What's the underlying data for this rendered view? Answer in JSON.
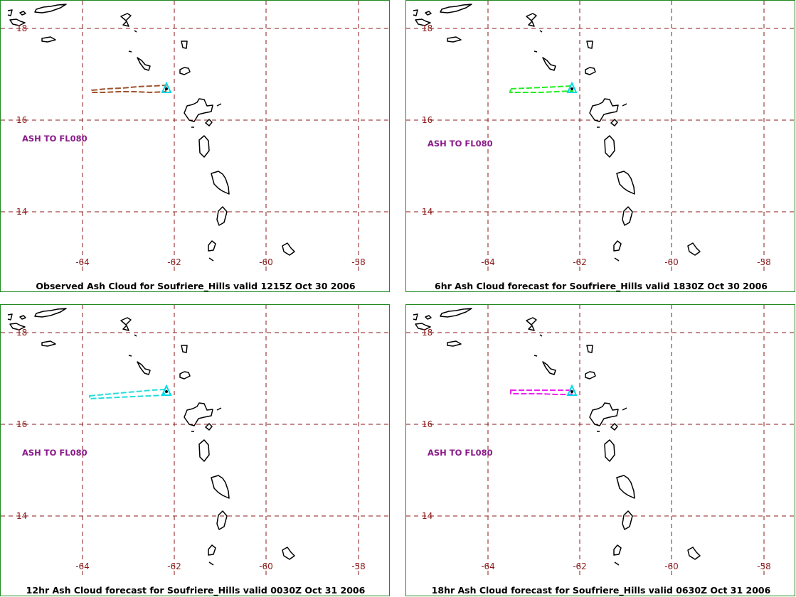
{
  "map": {
    "lat_labels": [
      "18",
      "16",
      "14"
    ],
    "lon_labels": [
      "-64",
      "-62",
      "-60",
      "-58"
    ],
    "lat_values": [
      18,
      16,
      14
    ],
    "lon_values": [
      -64,
      -62,
      -60,
      -58
    ],
    "ash_label": "ASH TO FL080",
    "volcano_marker_color": "#00d8e8"
  },
  "panels": [
    {
      "caption": "Observed Ash Cloud for Soufriere_Hills valid 1215Z Oct 30 2006",
      "ash_color": "#a0522d",
      "ash_label": "ASH TO FL080"
    },
    {
      "caption": "6hr Ash Cloud forecast for Soufriere_Hills valid 1830Z Oct 30 2006",
      "ash_color": "#22ee22",
      "ash_label": "ASH TO FL080"
    },
    {
      "caption": "12hr Ash Cloud forecast for Soufriere_Hills valid 0030Z Oct 31 2006",
      "ash_color": "#22dddd",
      "ash_label": "ASH TO FL080"
    },
    {
      "caption": "18hr Ash Cloud forecast for Soufriere_Hills valid 0630Z Oct 31 2006",
      "ash_color": "#ee22ee",
      "ash_label": "ASH TO FL080"
    }
  ]
}
